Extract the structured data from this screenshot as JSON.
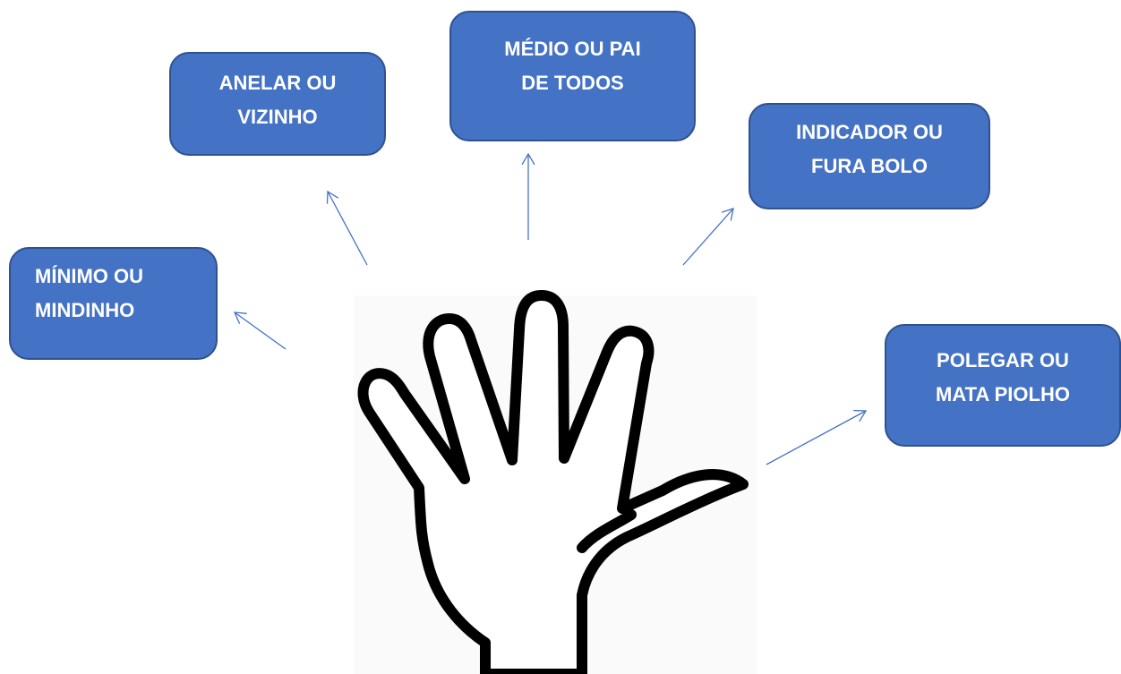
{
  "fingers": [
    {
      "id": "minimo",
      "line1": "MÍNIMO OU",
      "line2": "MINDINHO"
    },
    {
      "id": "anelar",
      "line1": "ANELAR OU",
      "line2": "VIZINHO"
    },
    {
      "id": "medio",
      "line1": "MÉDIO OU PAI",
      "line2": "DE TODOS"
    },
    {
      "id": "indicador",
      "line1": "INDICADOR OU",
      "line2": "FURA BOLO"
    },
    {
      "id": "polegar",
      "line1": "POLEGAR OU",
      "line2": "MATA PIOLHO"
    }
  ],
  "colors": {
    "box_fill": "#4472c4",
    "box_border": "#2f528f",
    "box_text": "#ffffff",
    "arrow": "#4472c4",
    "hand_outline": "#000000"
  },
  "icons": {
    "hand": "open-hand-outline-icon"
  }
}
